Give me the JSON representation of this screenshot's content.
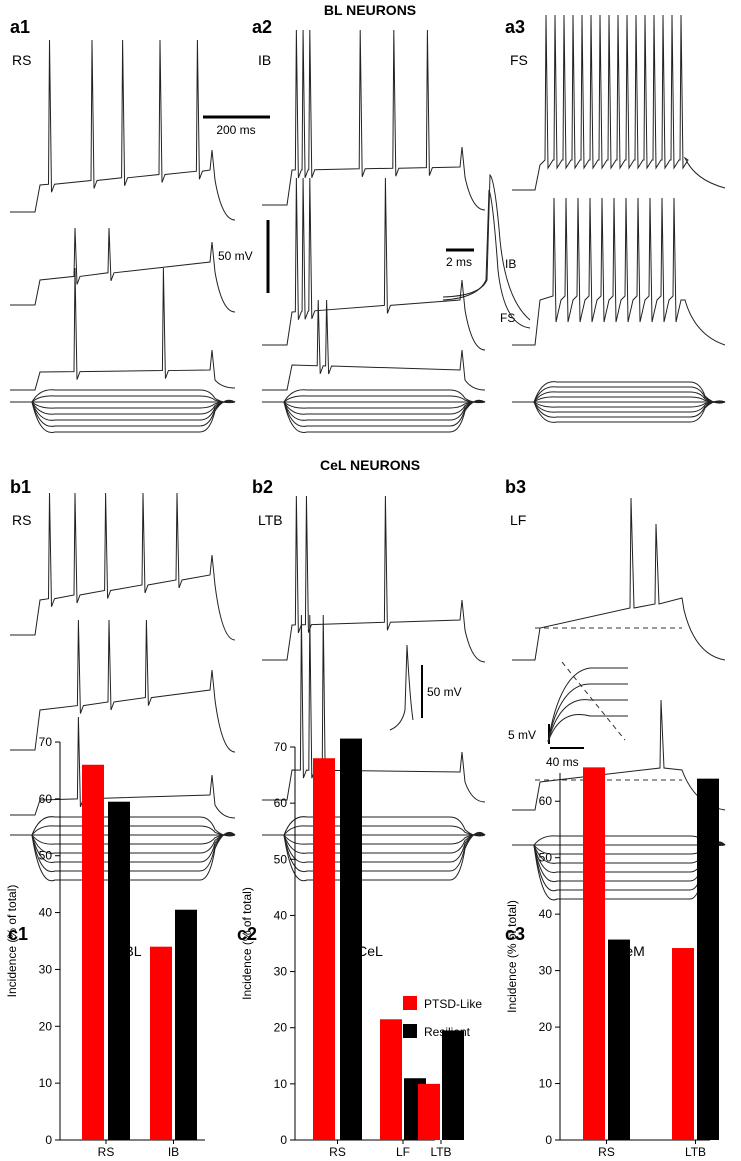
{
  "figure": {
    "sections": [
      {
        "title": "BL NEURONS",
        "panels": [
          {
            "id": "a1",
            "cell_type": "RS"
          },
          {
            "id": "a2",
            "cell_type": "IB"
          },
          {
            "id": "a3",
            "cell_type": "FS"
          }
        ],
        "scalebars": {
          "time": "200 ms",
          "voltage": "50 mV",
          "inset_time": "2 ms"
        },
        "inset_labels": [
          "IB",
          "FS"
        ]
      },
      {
        "title": "CeL NEURONS",
        "panels": [
          {
            "id": "b1",
            "cell_type": "RS"
          },
          {
            "id": "b2",
            "cell_type": "LTB"
          },
          {
            "id": "b3",
            "cell_type": "LF"
          }
        ],
        "scalebars": {
          "voltage": "50 mV",
          "inset_voltage": "5 mV",
          "inset_time": "40 ms"
        }
      }
    ]
  },
  "legend": {
    "ptsd": "PTSD-Like",
    "resilient": "Resilient"
  },
  "colors": {
    "ptsd": "#ff0000",
    "resilient": "#000000"
  },
  "chart_data": [
    {
      "id": "c1",
      "type": "bar",
      "title": "BL",
      "categories": [
        "RS",
        "IB"
      ],
      "series": [
        {
          "name": "PTSD-Like",
          "values": [
            66,
            34
          ]
        },
        {
          "name": "Resilient",
          "values": [
            59.5,
            40.5
          ]
        }
      ],
      "ylabel": "Incidence (% of total)",
      "ylim": [
        0,
        70
      ],
      "yticks": [
        "0",
        "10",
        "20",
        "30",
        "40",
        "50",
        "60",
        "70"
      ]
    },
    {
      "id": "c2",
      "type": "bar",
      "title": "CeL",
      "categories": [
        "RS",
        "LF",
        "LTB"
      ],
      "series": [
        {
          "name": "PTSD-Like",
          "values": [
            68,
            21.5,
            10
          ]
        },
        {
          "name": "Resilient",
          "values": [
            71.5,
            11,
            19.5
          ]
        }
      ],
      "ylabel": "Incidence (% of total)",
      "ylim": [
        0,
        70
      ],
      "yticks": [
        "0",
        "10",
        "20",
        "30",
        "40",
        "50",
        "60",
        "70"
      ]
    },
    {
      "id": "c3",
      "type": "bar",
      "title": "CeM",
      "categories": [
        "RS",
        "LTB"
      ],
      "series": [
        {
          "name": "PTSD-Like",
          "values": [
            66,
            34
          ]
        },
        {
          "name": "Resilient",
          "values": [
            35.5,
            64
          ]
        }
      ],
      "ylabel": "Incidence (% of total)",
      "ylim": [
        0,
        65
      ],
      "yticks": [
        "0",
        "10",
        "20",
        "30",
        "40",
        "50",
        "60"
      ]
    }
  ]
}
